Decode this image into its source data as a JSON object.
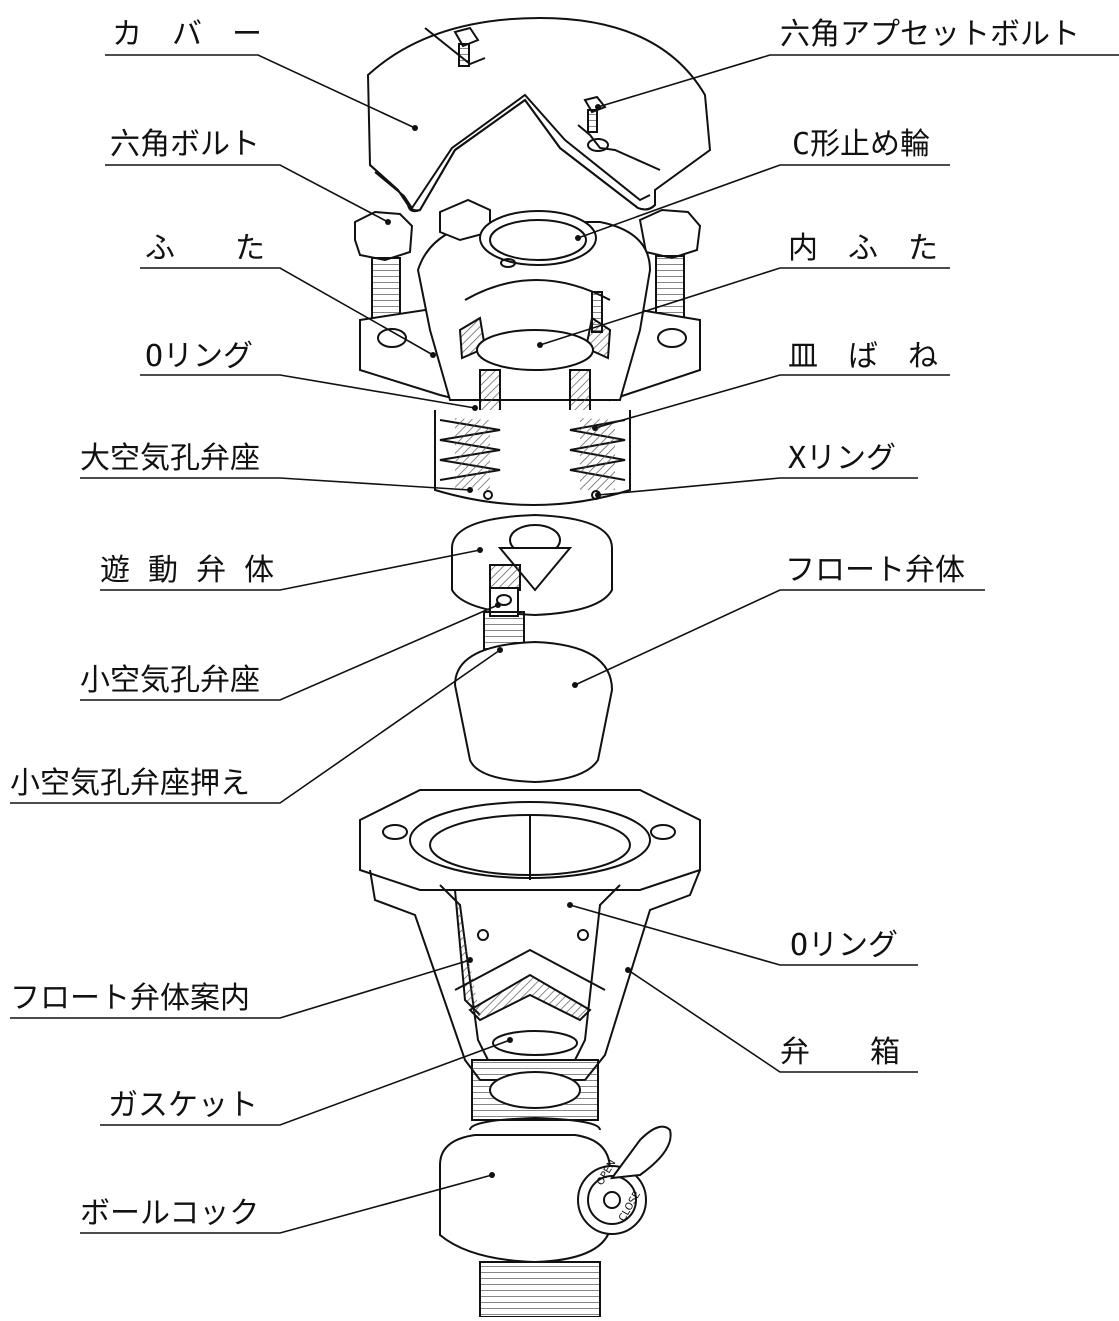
{
  "parts": {
    "cover": "カ　バ　ー",
    "hex_socket_bolt": "六角アプセットボルト",
    "hex_bolt": "六角ボルト",
    "c_ring": "C形止め輪",
    "lid": "ふ　　た",
    "inner_lid": "内　ふ　た",
    "o_ring_top": "Oリング",
    "disc_spring": "皿　ば　ね",
    "large_air_seat": "大空気孔弁座",
    "x_ring": "Xリング",
    "floating_disc": "遊 動 弁 体",
    "float_disc": "フロート弁体",
    "small_air_seat": "小空気孔弁座",
    "small_air_seat_retainer": "小空気孔弁座押え",
    "o_ring_bottom": "Oリング",
    "float_guide": "フロート弁体案内",
    "valve_box": "弁　　箱",
    "gasket": "ガスケット",
    "ball_cock": "ボールコック"
  },
  "ball_cock_markings": {
    "open": "OPEN",
    "close": "CLOSE"
  },
  "colors": {
    "line": "#111111",
    "fill": "#ffffff",
    "shade": "#d9d9d9",
    "hatch": "#555555"
  }
}
